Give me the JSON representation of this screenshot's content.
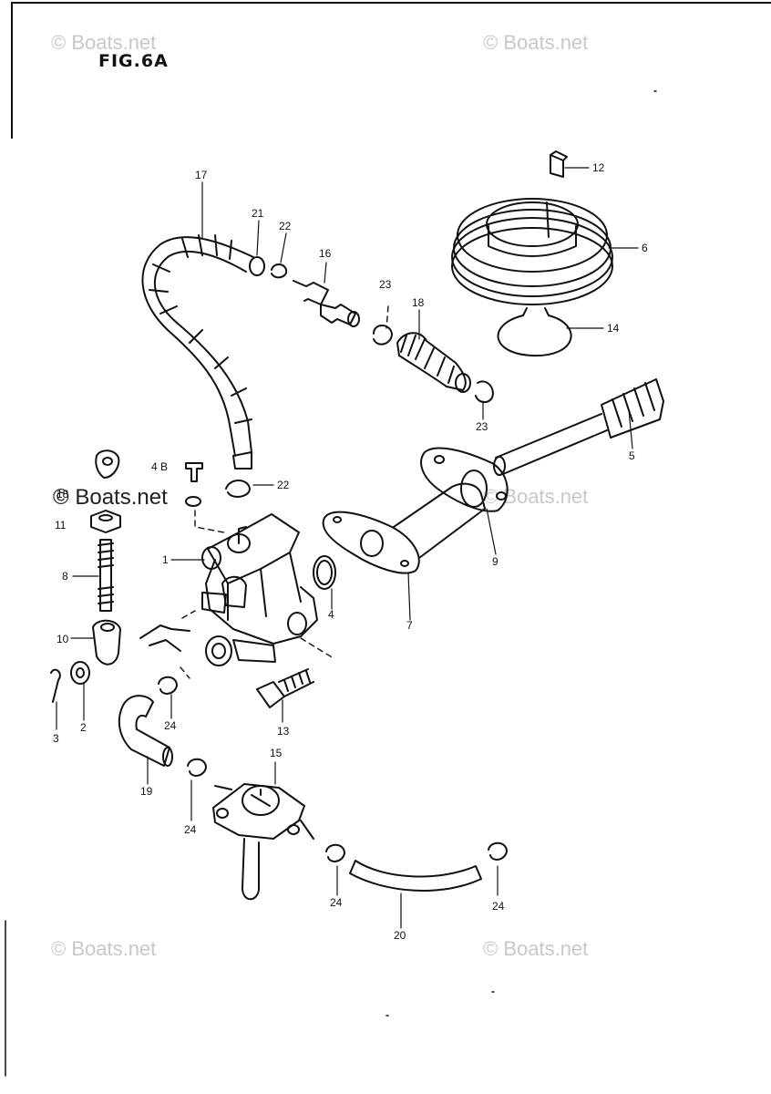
{
  "figure": {
    "title": "FIG.6A"
  },
  "watermarks": [
    {
      "text": "© Boats.net",
      "style": "light"
    },
    {
      "text": "© Boats.net",
      "style": "light"
    },
    {
      "text": "© Boats.net",
      "style": "dark"
    },
    {
      "text": "© Boats.net",
      "style": "light"
    },
    {
      "text": "© Boats.net",
      "style": "light"
    },
    {
      "text": "© Boats.net",
      "style": "light"
    }
  ],
  "callouts": [
    "12",
    "6",
    "14",
    "17",
    "21",
    "22",
    "16",
    "23",
    "18",
    "23",
    "5",
    "4 B",
    "22",
    "18",
    "11",
    "1",
    "8",
    "9",
    "4",
    "7",
    "10",
    "3",
    "2",
    "24",
    "13",
    "19",
    "15",
    "24",
    "24",
    "20",
    "24"
  ]
}
